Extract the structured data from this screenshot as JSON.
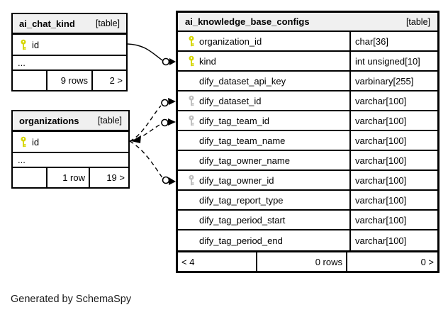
{
  "diagram": {
    "credit": "Generated by SchemaSpy",
    "colors": {
      "canvas_bg": "#ffffff",
      "border": "#000000",
      "header_bg": "#f0f0f0",
      "pk_key": "#d6d600",
      "index_key": "#bdbdbd"
    },
    "tables": [
      {
        "name": "ai_chat_kind",
        "tag": "[table]",
        "columns": [
          {
            "name": "id",
            "key": "pk"
          },
          {
            "name": "..."
          }
        ],
        "footer": {
          "left": "",
          "rows": "9 rows",
          "nav": "2 >"
        }
      },
      {
        "name": "organizations",
        "tag": "[table]",
        "columns": [
          {
            "name": "id",
            "key": "pk"
          },
          {
            "name": "..."
          }
        ],
        "footer": {
          "left": "",
          "rows": "1 row",
          "nav": "19 >"
        }
      },
      {
        "name": "ai_knowledge_base_configs",
        "tag": "[table]",
        "columns": [
          {
            "name": "organization_id",
            "type": "char[36]",
            "key": "pk"
          },
          {
            "name": "kind",
            "type": "int unsigned[10]",
            "key": "pk"
          },
          {
            "name": "dify_dataset_api_key",
            "type": "varbinary[255]",
            "key": ""
          },
          {
            "name": "dify_dataset_id",
            "type": "varchar[100]",
            "key": "idx"
          },
          {
            "name": "dify_tag_team_id",
            "type": "varchar[100]",
            "key": "idx"
          },
          {
            "name": "dify_tag_team_name",
            "type": "varchar[100]",
            "key": ""
          },
          {
            "name": "dify_tag_owner_name",
            "type": "varchar[100]",
            "key": ""
          },
          {
            "name": "dify_tag_owner_id",
            "type": "varchar[100]",
            "key": "idx"
          },
          {
            "name": "dify_tag_report_type",
            "type": "varchar[100]",
            "key": ""
          },
          {
            "name": "dify_tag_period_start",
            "type": "varchar[100]",
            "key": ""
          },
          {
            "name": "dify_tag_period_end",
            "type": "varchar[100]",
            "key": ""
          }
        ],
        "footer": {
          "left": "< 4",
          "rows": "0 rows",
          "nav": "0 >"
        }
      }
    ],
    "relationships": [
      {
        "from_table": "ai_chat_kind",
        "from_column": "id",
        "to_table": "ai_knowledge_base_configs",
        "to_column": "kind",
        "style": "solid"
      },
      {
        "from_table": "organizations",
        "from_column": "id",
        "to_table": "ai_knowledge_base_configs",
        "to_column": "dify_dataset_id",
        "style": "dashed"
      },
      {
        "from_table": "organizations",
        "from_column": "id",
        "to_table": "ai_knowledge_base_configs",
        "to_column": "dify_tag_team_id",
        "style": "dashed"
      },
      {
        "from_table": "organizations",
        "from_column": "id",
        "to_table": "ai_knowledge_base_configs",
        "to_column": "dify_tag_owner_id",
        "style": "dashed"
      }
    ]
  }
}
